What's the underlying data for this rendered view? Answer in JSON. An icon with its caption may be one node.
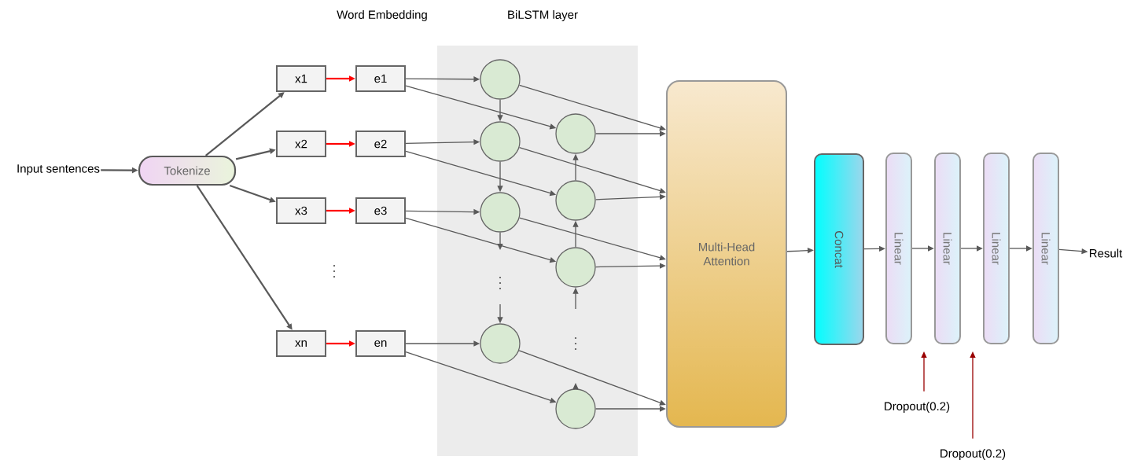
{
  "diagram": {
    "nodes": [
      {
        "text": [
          "Input sentences"
        ]
      },
      {
        "text": [
          "Tokenize"
        ]
      },
      {
        "text": [
          "x1"
        ]
      },
      {
        "text": [
          "x2"
        ]
      },
      {
        "text": [
          "x3"
        ]
      },
      {
        "text": [
          "xn"
        ]
      },
      {
        "text": [
          "e1"
        ]
      },
      {
        "text": [
          "e2"
        ]
      },
      {
        "text": [
          "e3"
        ]
      },
      {
        "text": [
          "en"
        ]
      },
      {
        "text": [
          "BiLSTM layer"
        ]
      },
      {
        "text": [],
        "shape": "circle",
        "in": 10
      },
      {
        "text": [],
        "shape": "circle",
        "in": 10
      },
      {
        "text": [],
        "shape": "circle",
        "in": 10
      },
      {
        "text": [],
        "shape": "circle",
        "in": 10
      },
      {
        "text": [],
        "shape": "circle",
        "in": 10
      },
      {
        "text": [],
        "shape": "circle",
        "in": 10
      },
      {
        "text": [],
        "shape": "circle",
        "in": 10
      },
      {
        "text": [],
        "shape": "circle",
        "in": 10
      },
      {
        "text": [
          "Multi-Head Attention"
        ]
      },
      {
        "text": [
          "Concat"
        ]
      },
      {
        "text": [
          "Linear"
        ]
      },
      {
        "text": [
          "Linear"
        ]
      },
      {
        "text": [
          "Linear"
        ]
      },
      {
        "text": [
          "Linear"
        ]
      },
      {
        "text": [
          "Result"
        ]
      },
      {
        "text": [
          "Dropout(0.2)"
        ]
      },
      {
        "text": [
          "Dropout(0.2)"
        ]
      }
    ],
    "edges": [
      {
        "from": 0,
        "to": 1,
        "arrow": "to"
      },
      {
        "from": 1,
        "to": 2,
        "arrow": "to"
      },
      {
        "from": 1,
        "to": 3,
        "arrow": "to"
      },
      {
        "from": 1,
        "to": 4,
        "arrow": "to"
      },
      {
        "from": 1,
        "to": 5,
        "arrow": "to"
      },
      {
        "from": 2,
        "to": 6,
        "arrow": "to",
        "color": "#ff0000"
      },
      {
        "from": 3,
        "to": 7,
        "arrow": "to",
        "color": "#ff0000"
      },
      {
        "from": 4,
        "to": 8,
        "arrow": "to",
        "color": "#ff0000"
      },
      {
        "from": 5,
        "to": 9,
        "arrow": "to",
        "color": "#ff0000"
      },
      {
        "from": 6,
        "to": 11,
        "arrow": "to"
      },
      {
        "from": 7,
        "to": 12,
        "arrow": "to"
      },
      {
        "from": 8,
        "to": 13,
        "arrow": "to"
      },
      {
        "from": 9,
        "to": 14,
        "arrow": "to"
      },
      {
        "from": 6,
        "to": 15,
        "arrow": "to"
      },
      {
        "from": 7,
        "to": 16,
        "arrow": "to"
      },
      {
        "from": 8,
        "to": 17,
        "arrow": "to"
      },
      {
        "from": 9,
        "to": 18,
        "arrow": "to"
      },
      {
        "from": 11,
        "to": 12,
        "arrow": "to"
      },
      {
        "from": 12,
        "to": 13,
        "arrow": "to"
      },
      {
        "from": 13,
        "to": null,
        "arrow": "to"
      },
      {
        "from": null,
        "to": 14,
        "arrow": "to"
      },
      {
        "from": 16,
        "to": 15,
        "arrow": "to"
      },
      {
        "from": 17,
        "to": 16,
        "arrow": "to"
      },
      {
        "from": null,
        "to": 17,
        "arrow": "to"
      },
      {
        "from": 18,
        "to": null,
        "arrow": "to"
      },
      {
        "from": 11,
        "to": 19,
        "arrow": "to"
      },
      {
        "from": 15,
        "to": 19,
        "arrow": "to"
      },
      {
        "from": 12,
        "to": 19,
        "arrow": "to"
      },
      {
        "from": 16,
        "to": 19,
        "arrow": "to"
      },
      {
        "from": 13,
        "to": 19,
        "arrow": "to"
      },
      {
        "from": 17,
        "to": 19,
        "arrow": "to"
      },
      {
        "from": 14,
        "to": 19,
        "arrow": "to"
      },
      {
        "from": 18,
        "to": 19,
        "arrow": "to"
      },
      {
        "from": 19,
        "to": 20,
        "arrow": "to"
      },
      {
        "from": 20,
        "to": 21,
        "arrow": "to"
      },
      {
        "from": 21,
        "to": 22,
        "arrow": "to"
      },
      {
        "from": 22,
        "to": 23,
        "arrow": "to"
      },
      {
        "from": 23,
        "to": 24,
        "arrow": "to"
      },
      {
        "from": 24,
        "to": 25,
        "arrow": "to"
      },
      {
        "from": 26,
        "to": null,
        "arrow": "to",
        "color": "#990000"
      },
      {
        "from": 27,
        "to": null,
        "arrow": "to",
        "color": "#990000"
      }
    ],
    "labels": [
      "Word Embedding"
    ]
  }
}
